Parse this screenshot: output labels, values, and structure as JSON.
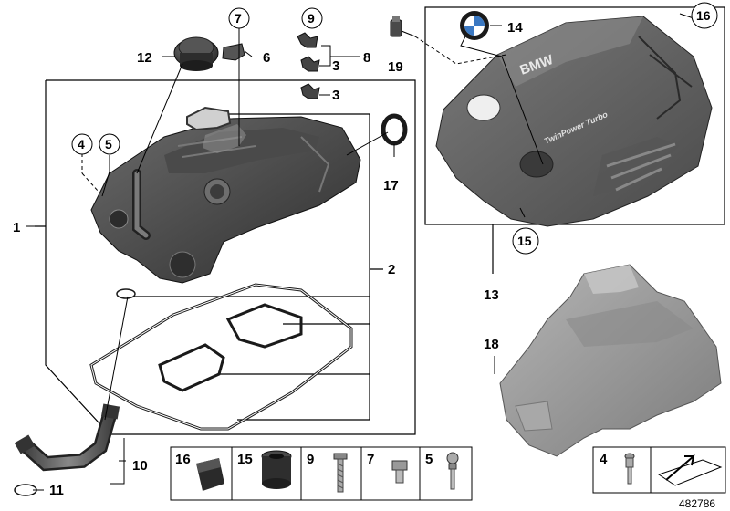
{
  "diagram_number": "482786",
  "brand_text": "BMW",
  "engine_label": "TwinPower Turbo",
  "callouts": {
    "c1": "1",
    "c2": "2",
    "c3a": "3",
    "c3b": "3",
    "c4": "4",
    "c5": "5",
    "c6": "6",
    "c7": "7",
    "c8": "8",
    "c9": "9",
    "c10": "10",
    "c11": "11",
    "c12": "12",
    "c13": "13",
    "c14": "14",
    "c15": "15",
    "c16": "16",
    "c17": "17",
    "c18": "18",
    "c19": "19"
  },
  "bottom_strip": [
    "16",
    "15",
    "9",
    "7",
    "5"
  ],
  "bottom_right": "4",
  "colors": {
    "part_dark": "#3c3c3c",
    "part_mid": "#5e5e5e",
    "part_light": "#8a8a8a",
    "cover_grey": "#6b6b6b",
    "shield_grey": "#9a9a9a",
    "line": "#000000"
  }
}
